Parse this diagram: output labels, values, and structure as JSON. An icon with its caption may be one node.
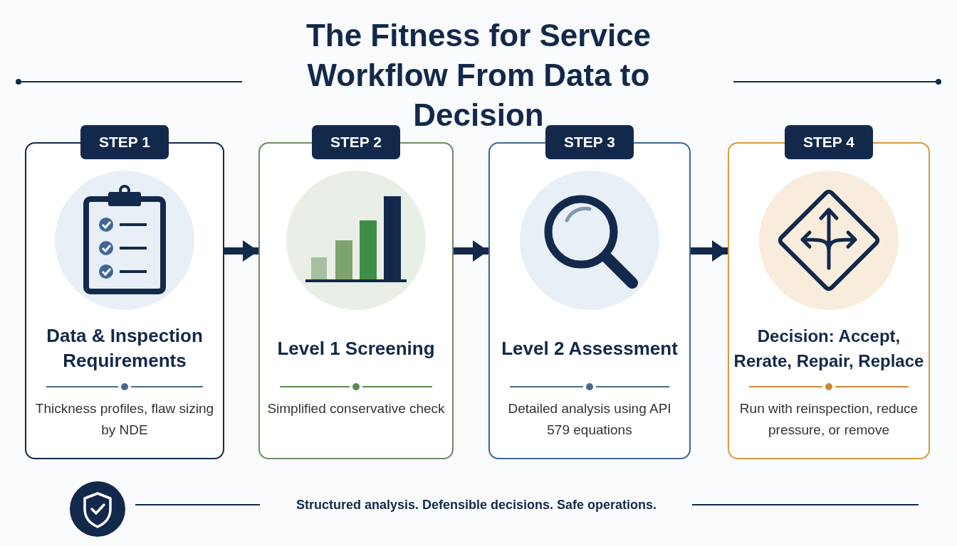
{
  "diagram": {
    "title": "The Fitness for Service Workflow From Data to Decision",
    "nodes": [
      {
        "text": [
          "STEP 1",
          "Data & Inspection Requirements",
          "Thickness profiles, flaw sizing by NDE"
        ]
      },
      {
        "text": [
          "STEP 2",
          "Level 1 Screening",
          "Simplified conservative check"
        ]
      },
      {
        "text": [
          "STEP 3",
          "Level 2 Assessment",
          "Detailed analysis using API 579 equations"
        ]
      },
      {
        "text": [
          "STEP 4",
          "Decision: Accept, Rerate, Repair, Replace",
          "Run with reinspection, reduce pressure, or remove"
        ]
      }
    ],
    "edges": [
      {
        "from": 0,
        "to": 1,
        "arrow": "to"
      },
      {
        "from": 1,
        "to": 2,
        "arrow": "to"
      },
      {
        "from": 2,
        "to": 3,
        "arrow": "to"
      }
    ],
    "labels": [
      "Structured analysis. Defensible decisions. Safe operations."
    ]
  }
}
